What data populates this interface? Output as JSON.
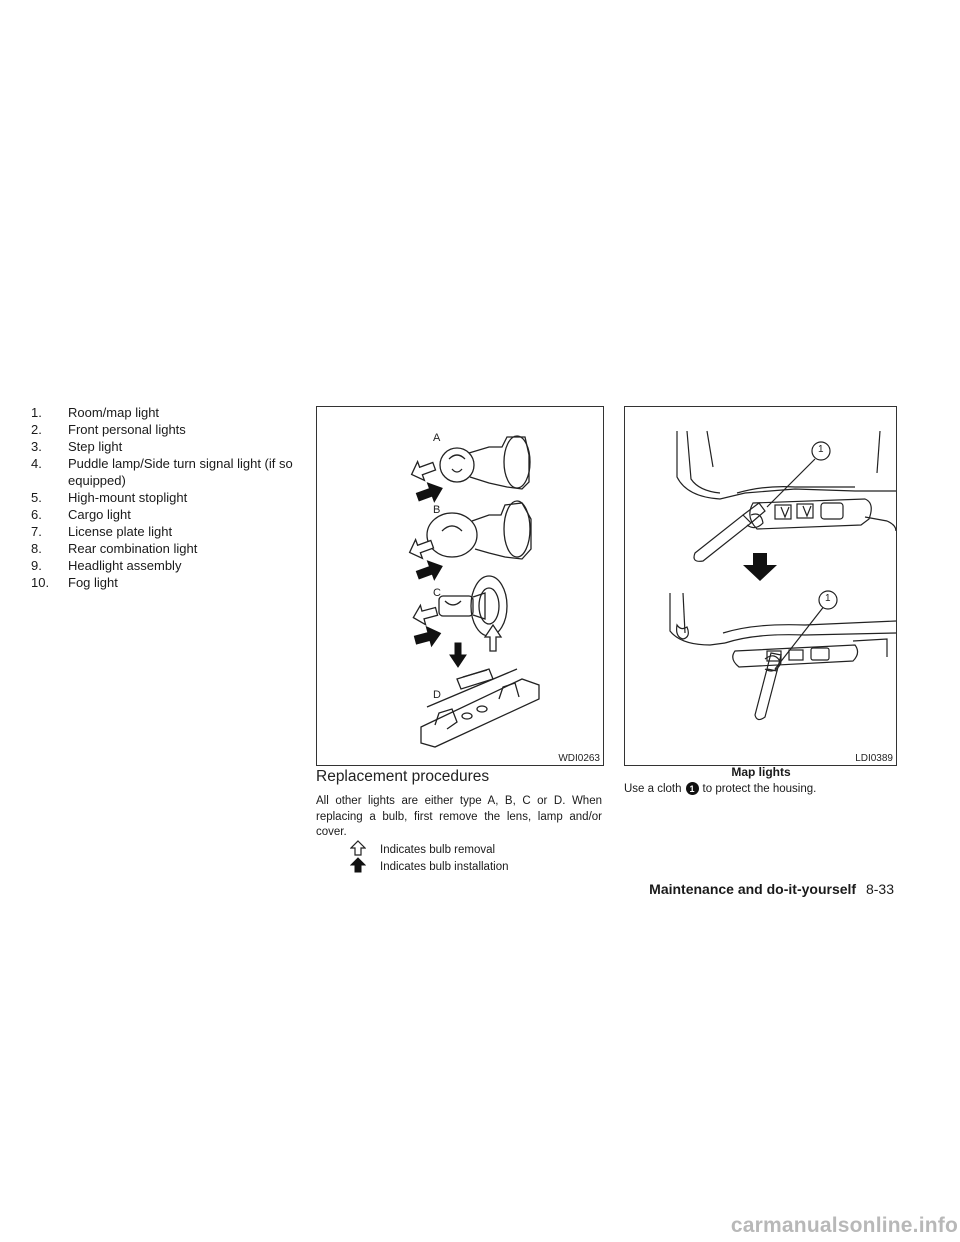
{
  "list_items": [
    {
      "num": "1.",
      "text": "Room/map light"
    },
    {
      "num": "2.",
      "text": "Front personal lights"
    },
    {
      "num": "3.",
      "text": "Step light"
    },
    {
      "num": "4.",
      "text": "Puddle lamp/Side turn signal light (if so equipped)"
    },
    {
      "num": "5.",
      "text": "High-mount stoplight"
    },
    {
      "num": "6.",
      "text": "Cargo light"
    },
    {
      "num": "7.",
      "text": "License plate light"
    },
    {
      "num": "8.",
      "text": "Rear combination light"
    },
    {
      "num": "9.",
      "text": "Headlight assembly"
    },
    {
      "num": "10.",
      "text": "Fog light"
    }
  ],
  "figure_bulbs": {
    "code": "WDI0263",
    "labels": {
      "a": "A",
      "b": "B",
      "c": "C",
      "d": "D"
    }
  },
  "figure_map": {
    "code": "LDI0389",
    "callout_top": "1",
    "callout_bottom": "1",
    "caption": "Map lights"
  },
  "section": {
    "heading": "Replacement procedures",
    "paragraph": "All other lights are either type A, B, C or D. When replacing a bulb, first remove the lens, lamp and/or cover.",
    "legend_removal": "Indicates bulb removal",
    "legend_install": "Indicates bulb installation"
  },
  "map_text": {
    "before": "Use a cloth",
    "marker": "1",
    "after": "to protect the housing."
  },
  "footer": {
    "section": "Maintenance and do-it-yourself",
    "page": "8-33"
  },
  "watermark": "carmanualsonline.info"
}
